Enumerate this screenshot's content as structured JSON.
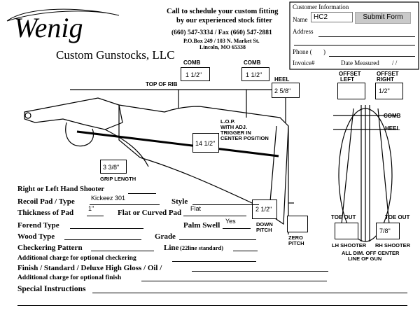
{
  "logo": {
    "brand": "Wenig",
    "company": "Custom Gunstocks, LLC"
  },
  "header": {
    "call_line1": "Call to schedule your custom fitting",
    "call_line2": "by our experienced stock fitter",
    "phone_fax": "(660) 547-3334 / Fax (660) 547-2881",
    "address1": "P.O.Box 249 / 103 N. Market St.",
    "address2": "Lincoln, MO 65338"
  },
  "customer": {
    "section_title": "Customer Information",
    "name_label": "Name",
    "name_value": "HC2",
    "submit_label": "Submit Form",
    "address_label": "Address",
    "phone_label": "Phone (",
    "phone_paren": ")",
    "invoice_label": "Invoice#",
    "date_label": "Date Measured",
    "date_sep": "/    /"
  },
  "diagram": {
    "comb1_label": "COMB",
    "comb1_value": "1 1/2\"",
    "comb2_label": "COMB",
    "comb2_value": "1 1/2\"",
    "top_of_rib": "TOP OF RIB",
    "heel_label": "HEEL",
    "heel_value": "2 5/8\"",
    "lop_label1": "L.O.P.",
    "lop_label2": "WITH ADJ.",
    "lop_label3": "TRIGGER IN",
    "lop_label4": "CENTER POSITION",
    "lop_value": "14 1/2\"",
    "grip_value": "3 3/8\"",
    "grip_label": "GRIP LENGTH",
    "down_pitch_value": "2 1/2\"",
    "down_pitch_label1": "DOWN",
    "down_pitch_label2": "PITCH",
    "zero_pitch1": "ZERO",
    "zero_pitch2": "PITCH"
  },
  "offset": {
    "left_label1": "OFFSET",
    "left_label2": "LEFT",
    "right_label1": "OFFSET",
    "right_label2": "RIGHT",
    "right_value": "1/2\"",
    "comb_label": "COMB",
    "heel_label": "HEEL",
    "toe_out_left": "TOE OUT",
    "toe_out_right": "TOE OUT",
    "toe_value": "7/8\"",
    "lh_shooter": "LH SHOOTER",
    "rh_shooter": "RH SHOOTER",
    "note1": "ALL DIM. OFF CENTER",
    "note2": "LINE OF GUN"
  },
  "form": {
    "hand_label": "Right or Left Hand Shooter",
    "recoil_label": "Recoil Pad / Type",
    "recoil_value": "Kickeez 301",
    "style_label": "Style",
    "thickness_label": "Thickness of Pad",
    "thickness_value": "1\"",
    "flat_curved_label": "Flat or Curved Pad",
    "flat_curved_value": "Flat",
    "forend_label": "Forend Type",
    "palm_label": "Palm Swell",
    "palm_value": "Yes",
    "wood_label": "Wood Type",
    "grade_label": "Grade",
    "checkering_label": "Checkering Pattern",
    "line_label": "Line",
    "line_note": "(22line standard)",
    "add_checkering_label": "Additional charge for optional checkering",
    "finish_label": "Finish / Standard / Deluxe High Gloss / Oil /",
    "add_finish_label": "Additional charge for optional finish",
    "special_label": "Special  Instructions"
  }
}
